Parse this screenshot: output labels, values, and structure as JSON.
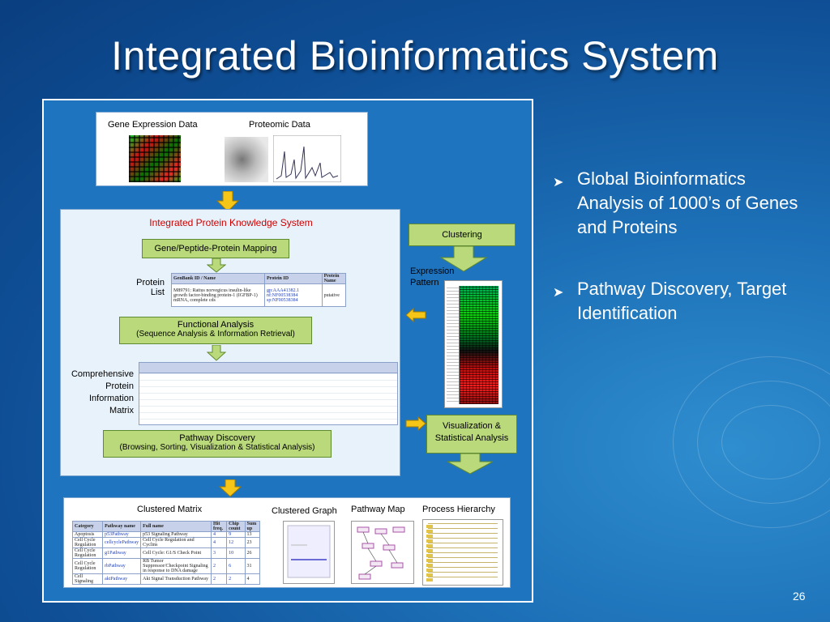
{
  "slide": {
    "title": "Integrated Bioinformatics System",
    "page_number": "26"
  },
  "bullets": [
    {
      "text": "Global Bioinformatics Analysis of 1000’s of Genes and Proteins"
    },
    {
      "text": "Pathway Discovery, Target Identification"
    }
  ],
  "diagram": {
    "inputs": {
      "gene_expression_label": "Gene Expression Data",
      "proteomic_label": "Proteomic Data"
    },
    "ipks": {
      "title": "Integrated Protein Knowledge System",
      "mapping": "Gene/Peptide-Protein Mapping",
      "protein_list_label": "Protein List",
      "functional_analysis": "Functional Analysis",
      "functional_analysis_sub": "(Sequence Analysis & Information Retrieval)",
      "matrix_label": "Comprehensive Protein Information Matrix",
      "pathway_discovery": "Pathway Discovery",
      "pathway_discovery_sub": "(Browsing, Sorting, Visualization & Statistical Analysis)"
    },
    "protein_list_table": {
      "headers": [
        "GenBank ID / Name",
        "Protein ID",
        "Protein Name"
      ],
      "rows": [
        [
          "M89791: Rattus norvegicus insulin-like growth factor-binding protein-1 (IGFBP-1) mRNA, complete cds",
          "gp:AAA41382.1 nf:NF00538384 sp:NF00538384",
          "putative"
        ]
      ]
    },
    "side": {
      "clustering": "Clustering",
      "expression_pattern": "Expression Pattern",
      "visualization": "Visualization & Statistical Analysis"
    },
    "outputs": {
      "clustered_matrix": "Clustered Matrix",
      "clustered_graph": "Clustered Graph",
      "pathway_map": "Pathway Map",
      "process_hierarchy": "Process Hierarchy"
    },
    "clustered_matrix_table": {
      "headers": [
        "Category",
        "Pathway name",
        "Full name",
        "Hit freq.",
        "Chip count",
        "Sum up"
      ],
      "rows": [
        [
          "Apoptosis",
          "p53Pathway",
          "p53 Signaling Pathway",
          "4",
          "9",
          "13"
        ],
        [
          "Cell Cycle Regulation",
          "cellcyclePathway",
          "Cell Cycle Regulation and Cyclins",
          "4",
          "12",
          "23"
        ],
        [
          "Cell Cycle Regulation",
          "g1Pathway",
          "Cell Cycle: G1/S Check Point",
          "3",
          "10",
          "26"
        ],
        [
          "Cell Cycle Regulation",
          "rbPathway",
          "RB Tumor Suppressor/Checkpoint Signaling in response to DNA damage",
          "2",
          "6",
          "31"
        ],
        [
          "Cell Signaling",
          "aktPathway",
          "Akt Signal Transduction Pathway",
          "2",
          "2",
          "4"
        ]
      ]
    }
  },
  "colors": {
    "background": "#1c6fb6",
    "diagram_bg": "#1f74c0",
    "arrow_fill": "#f5c518",
    "green_box": "#b9d97a",
    "title_text": "#ffffff",
    "ipks_title": "#cc0000"
  }
}
